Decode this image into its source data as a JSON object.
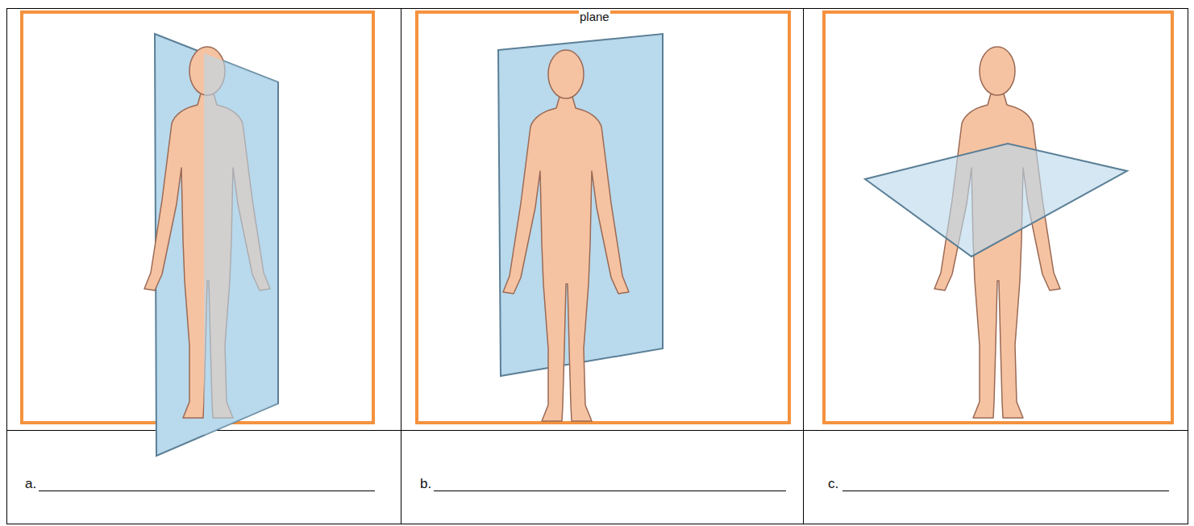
{
  "diagram": {
    "labels": [
      "plane",
      "a.",
      "b.",
      "c."
    ]
  }
}
